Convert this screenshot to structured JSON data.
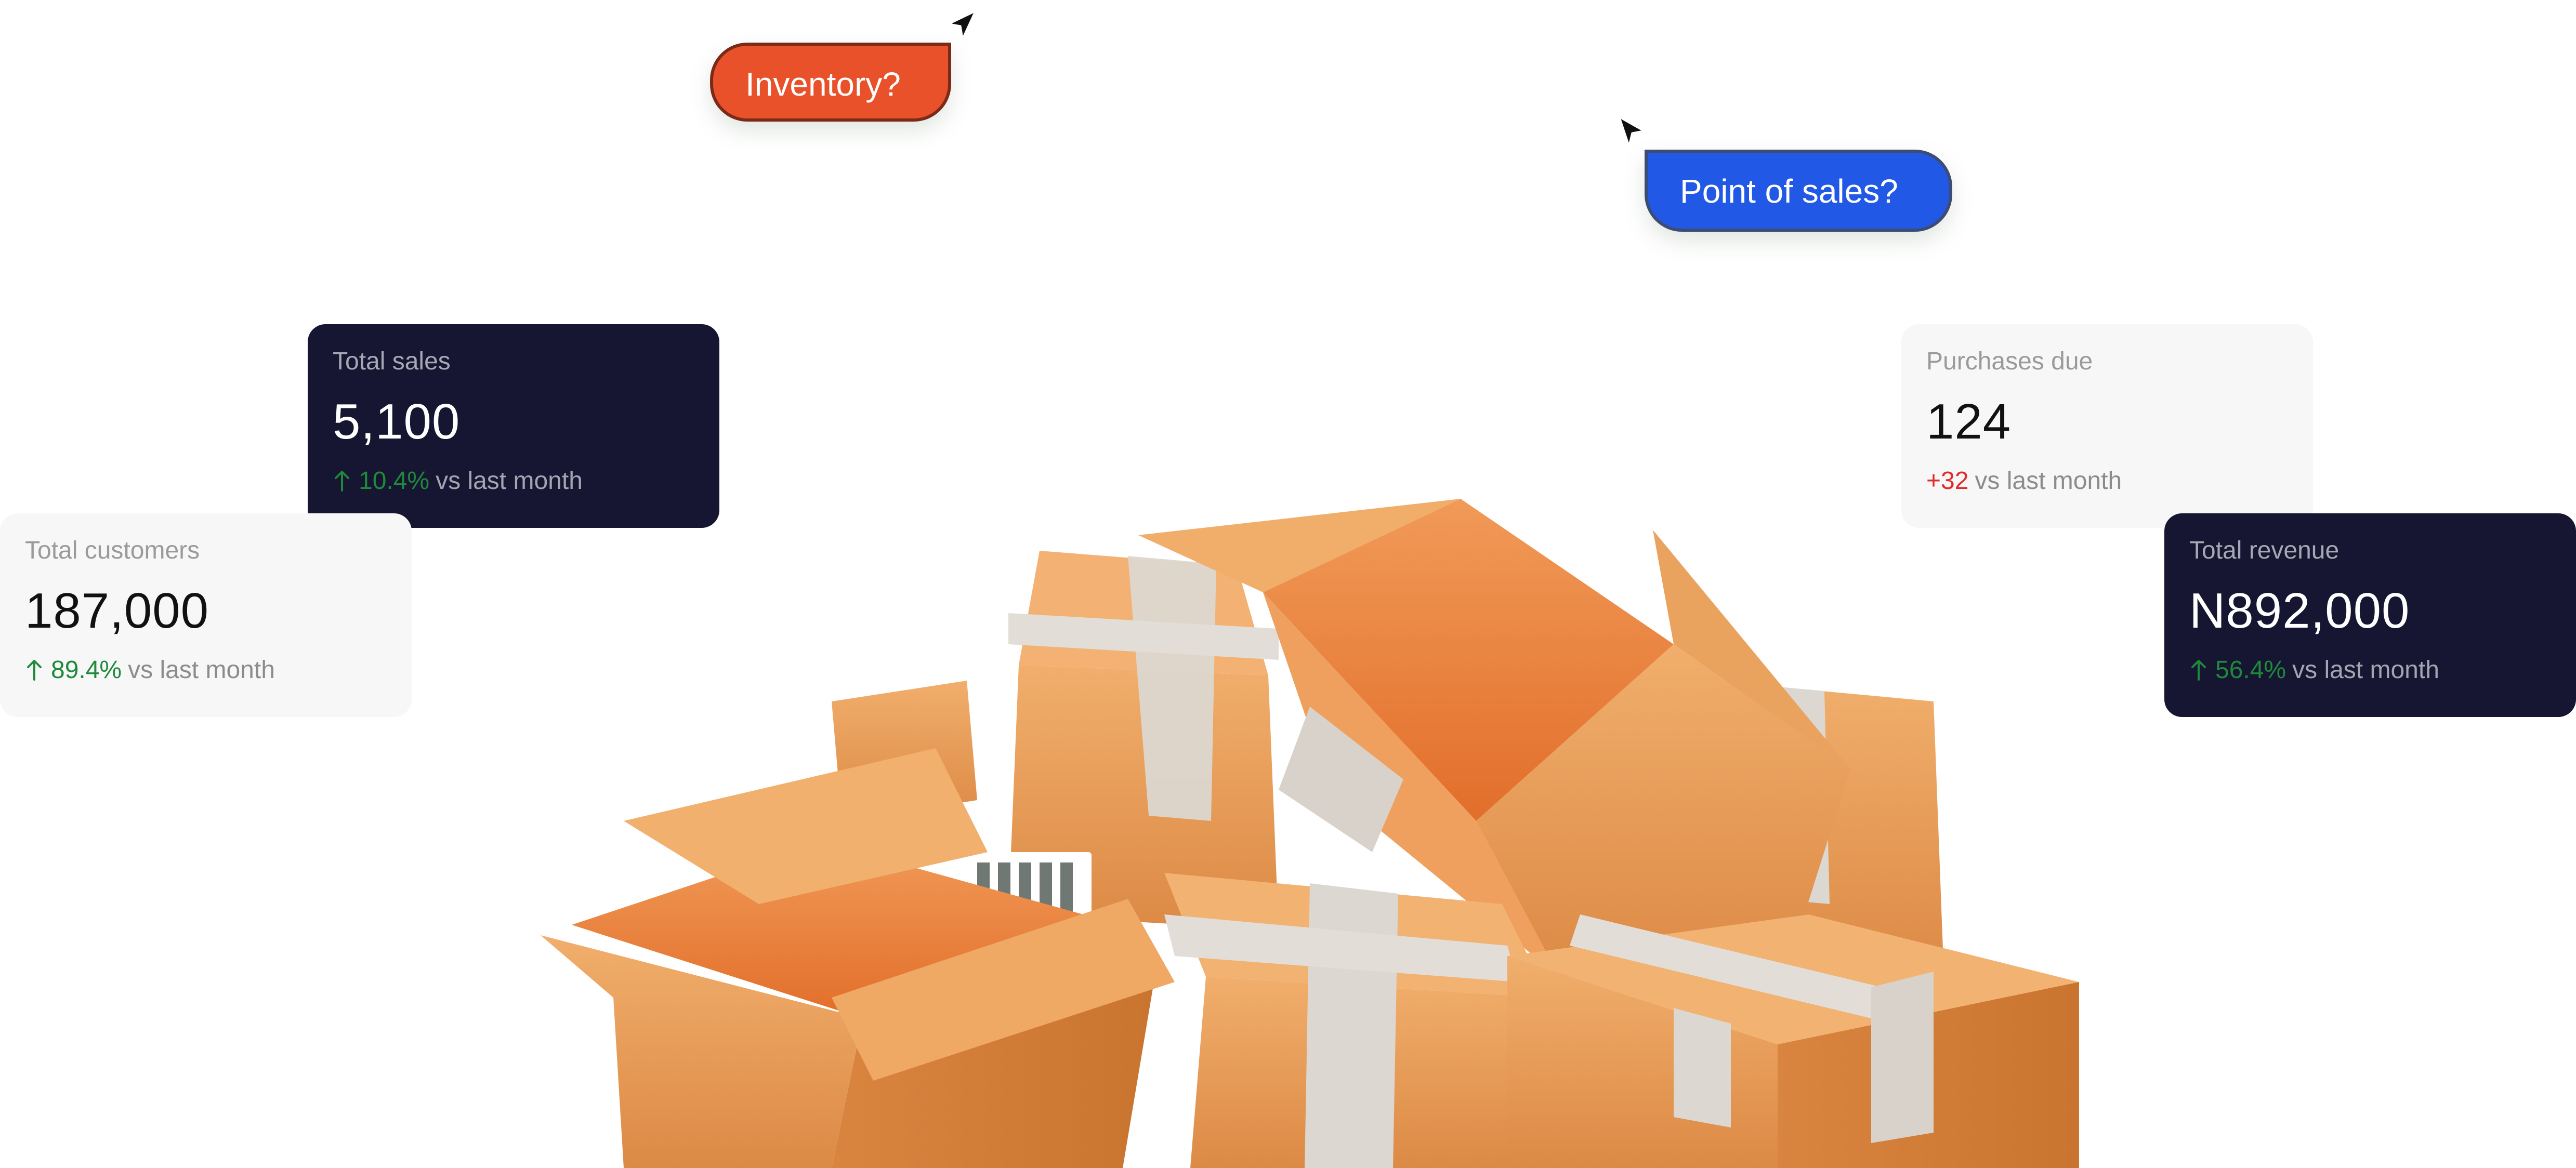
{
  "bubbles": {
    "inventory": "Inventory?",
    "point_of_sales": "Point of sales?"
  },
  "cards": {
    "total_sales": {
      "label": "Total sales",
      "value": "5,100",
      "delta": "10.4%",
      "suffix": "vs last month",
      "trend": "up"
    },
    "total_customers": {
      "label": "Total customers",
      "value": "187,000",
      "delta": "89.4%",
      "suffix": "vs last month",
      "trend": "up"
    },
    "purchases_due": {
      "label": "Purchases due",
      "value": "124",
      "delta": "+32",
      "suffix": "vs last month",
      "trend": "none"
    },
    "total_revenue": {
      "label": "Total revenue",
      "value": "N892,000",
      "delta": "56.4%",
      "suffix": "vs last month",
      "trend": "up"
    }
  },
  "icons": {
    "cursor": "cursor-arrow-icon",
    "trend_up": "arrow-up-icon",
    "illustration": "cardboard-boxes-illustration"
  },
  "colors": {
    "inventory_bubble": "#e8512a",
    "pos_bubble": "#2159e6",
    "dark_card": "#161633",
    "light_card": "#f7f7f7",
    "positive": "#1e8a3a",
    "negative": "#e12a2a",
    "box": "#e9a05c",
    "tape": "#dcd7d0"
  }
}
